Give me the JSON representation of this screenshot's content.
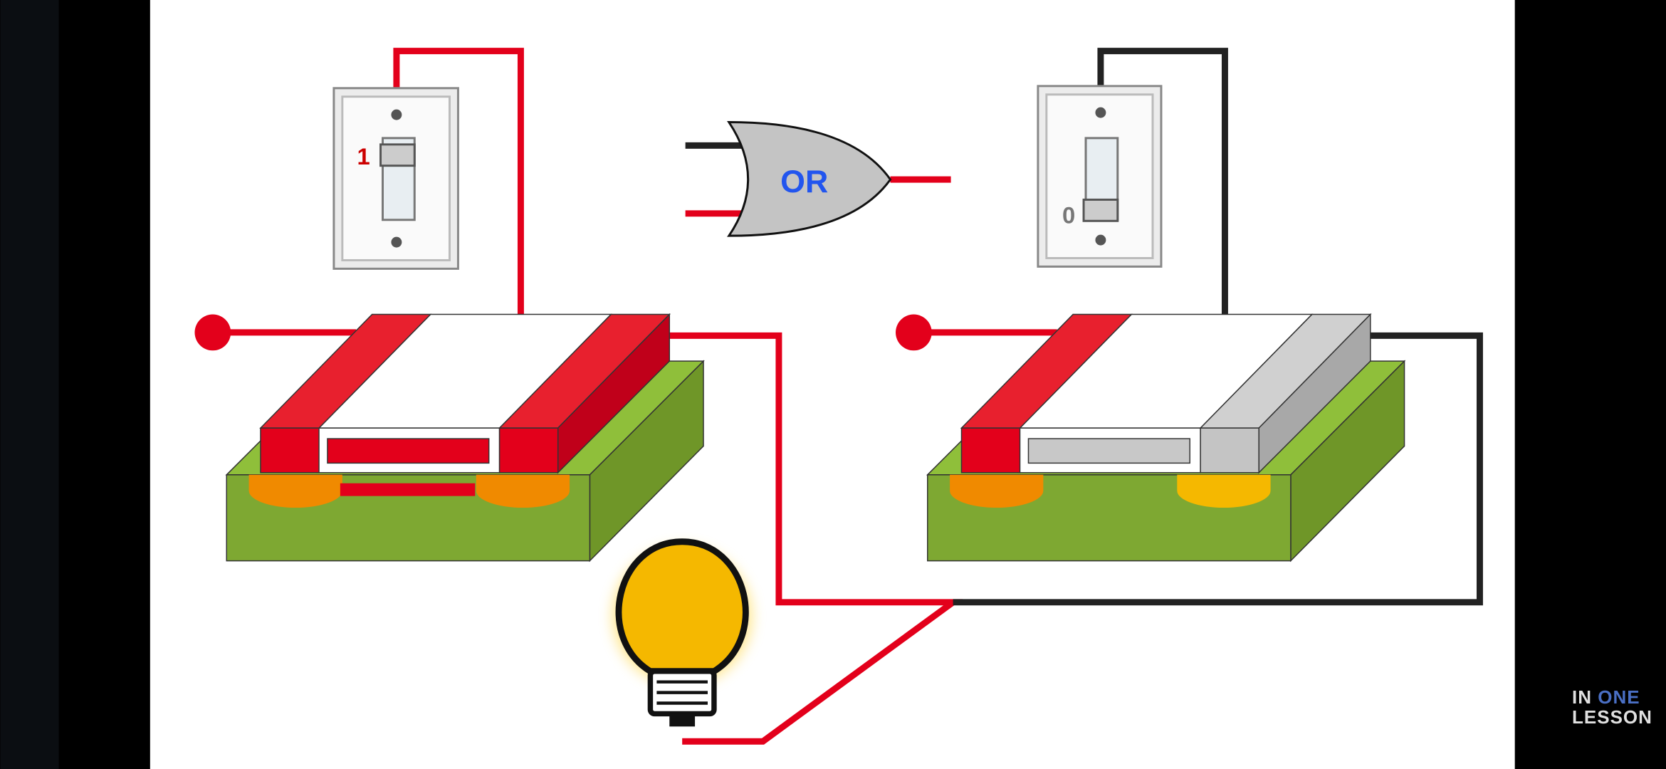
{
  "diagram": {
    "gate_label": "OR",
    "switch_a": {
      "state_label": "1",
      "state": "on"
    },
    "switch_b": {
      "state_label": "0",
      "state": "off"
    },
    "colors": {
      "active": "#e3001b",
      "inactive": "#222222",
      "substrate": "#7ea832",
      "bulb": "#f5b800",
      "gate_text": "#2255ee"
    }
  },
  "watermark": {
    "line1_prefix": "IN",
    "line1_accent": "ONE",
    "line2": "LESSON"
  }
}
